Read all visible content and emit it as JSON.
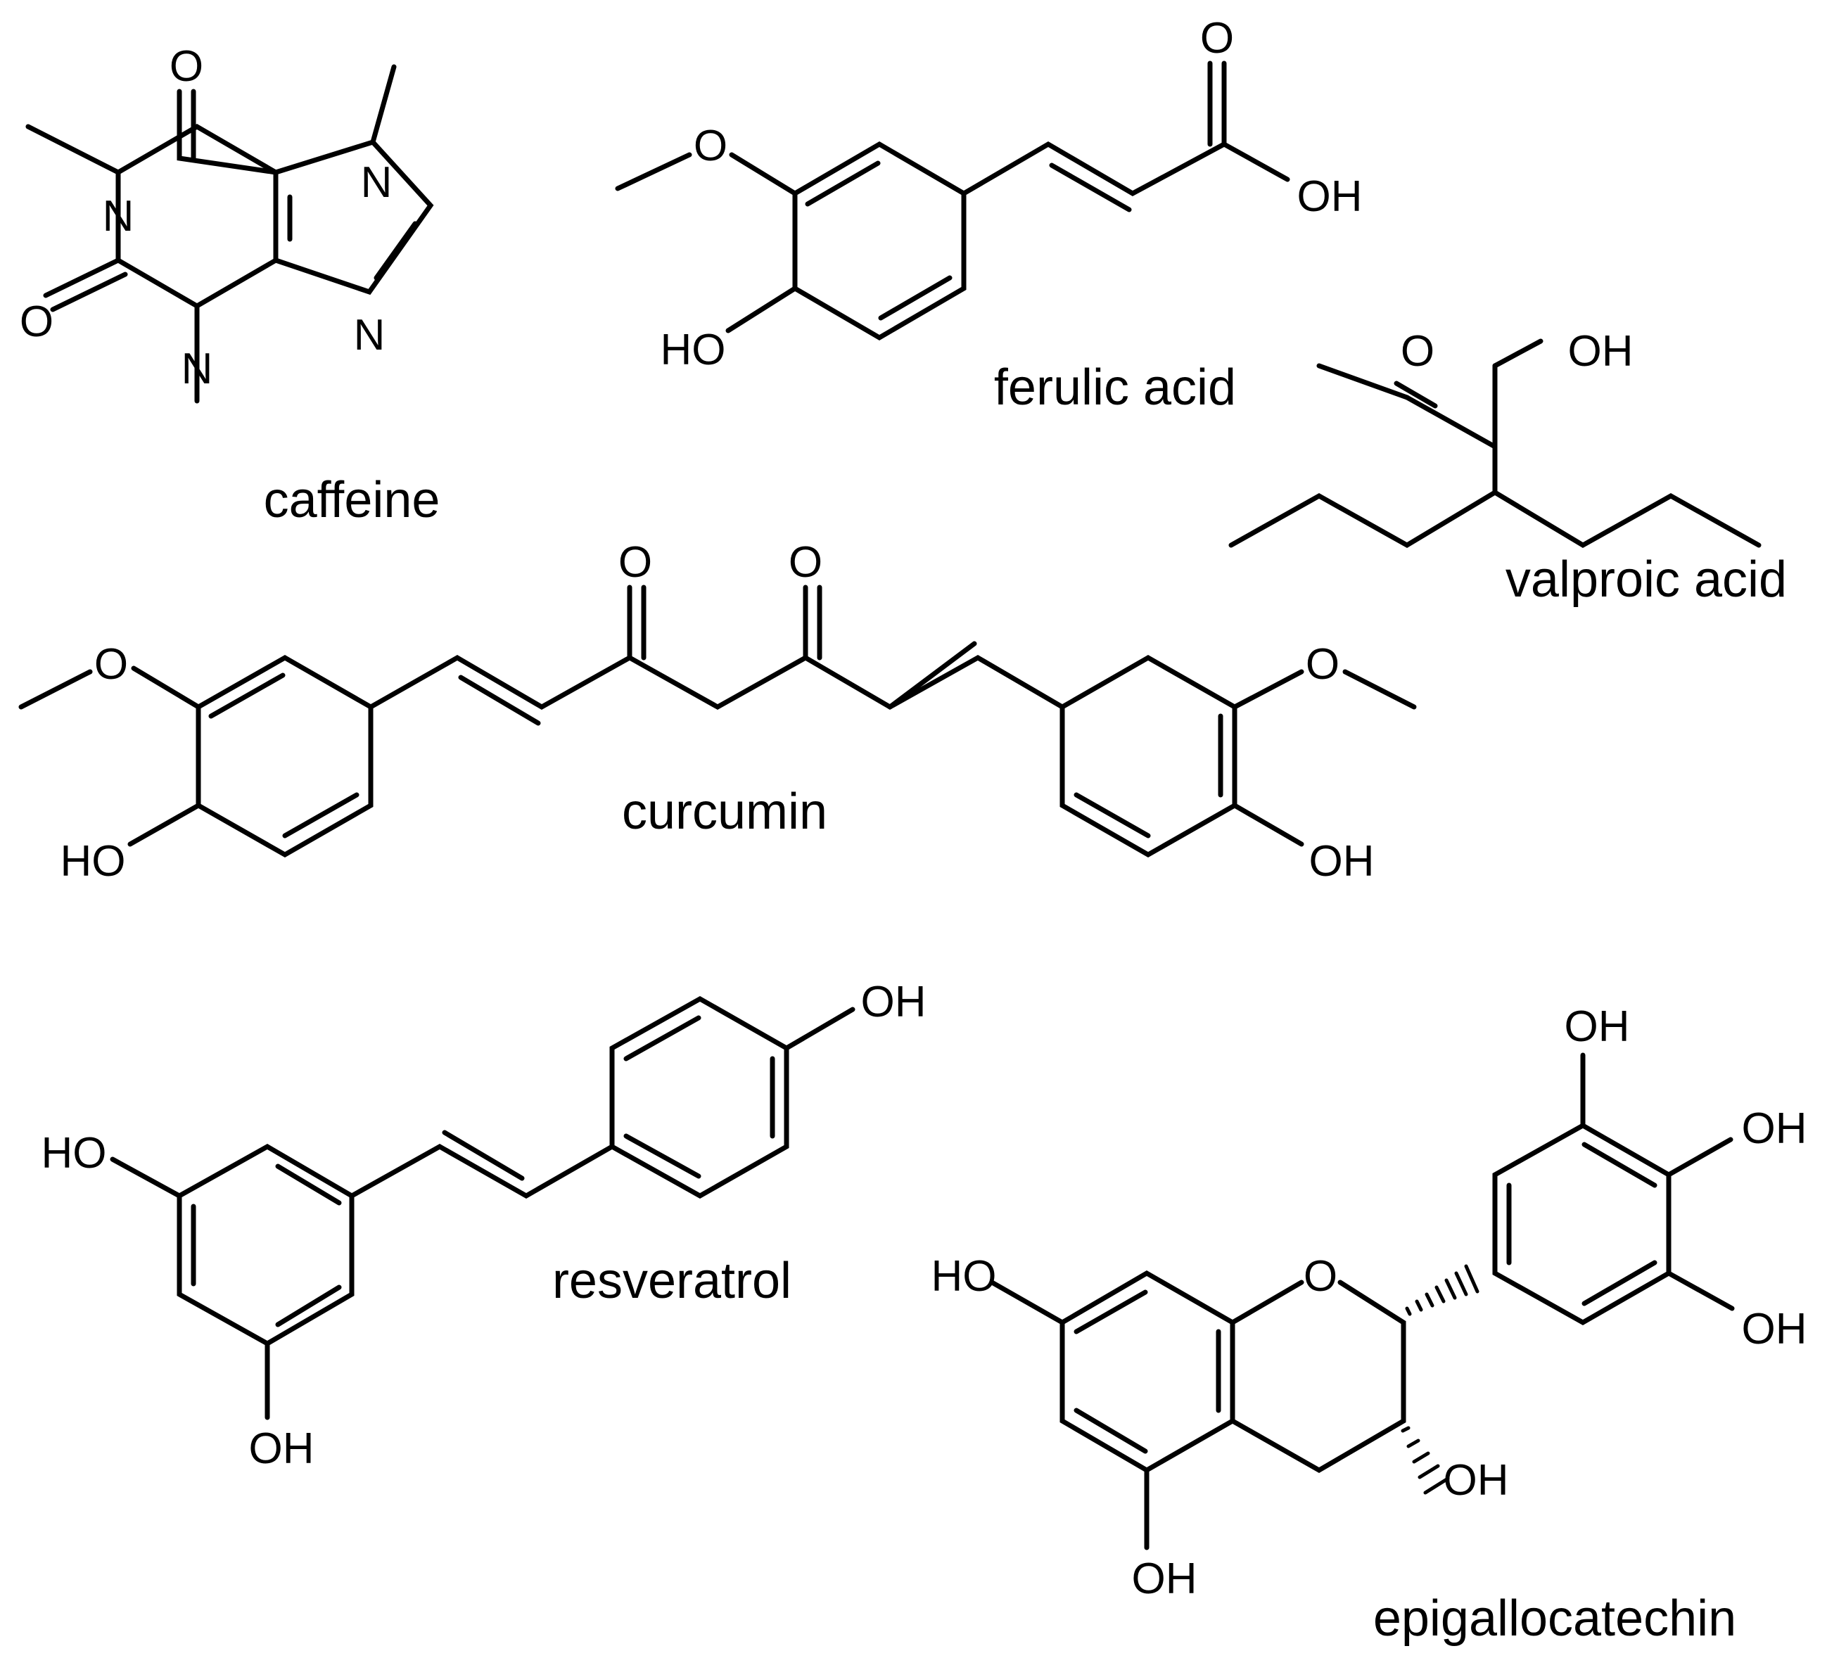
{
  "figure": {
    "molecules": [
      {
        "key": "caffeine",
        "name": "caffeine"
      },
      {
        "key": "ferulic",
        "name": "ferulic acid"
      },
      {
        "key": "valproic",
        "name": "valproic acid"
      },
      {
        "key": "curcumin",
        "name": "curcumin"
      },
      {
        "key": "resveratrol",
        "name": "resveratrol"
      },
      {
        "key": "egc",
        "name": "epigallocatechin"
      }
    ],
    "atoms": {
      "O": "O",
      "N": "N",
      "OH": "OH",
      "HO": "HO"
    }
  }
}
